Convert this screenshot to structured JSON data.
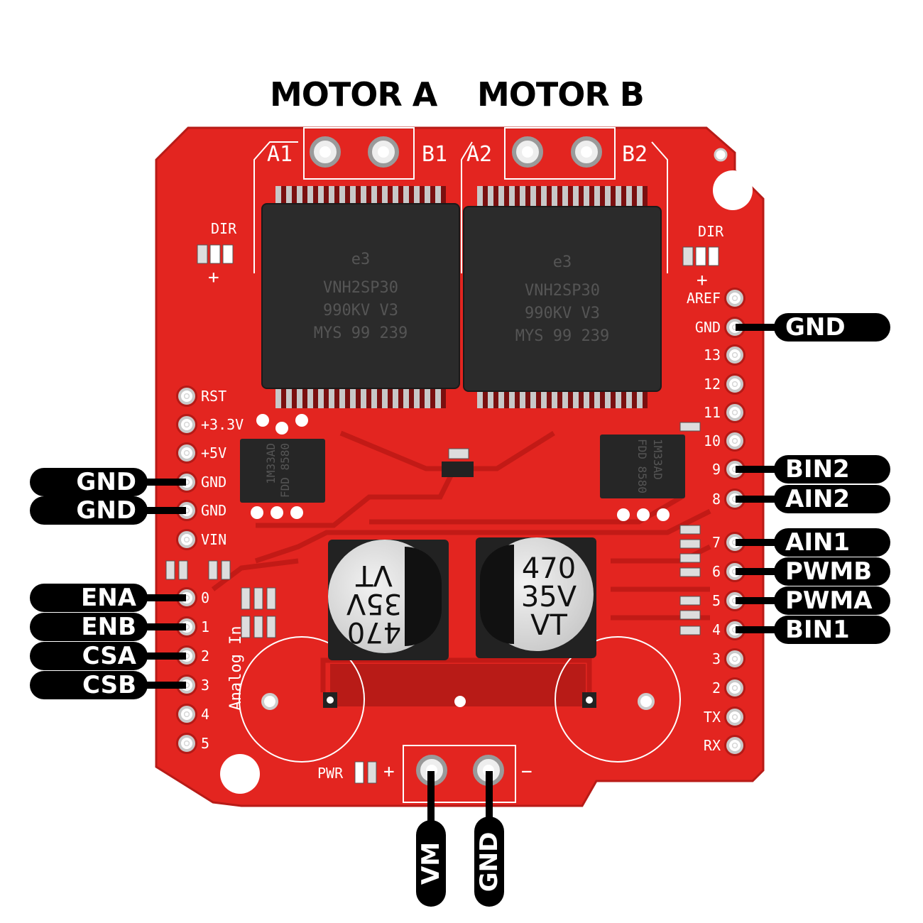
{
  "titles": {
    "motor_a": "MOTOR A",
    "motor_b": "MOTOR B"
  },
  "colors": {
    "board": "#e32520",
    "trace": "#c21a16",
    "callout": "#000000",
    "silkscreen": "#ffffff"
  },
  "board": {
    "terminals_top": [
      "A1",
      "B1",
      "A2",
      "B2"
    ],
    "dir_label": "DIR",
    "plus": "+",
    "minus": "−",
    "pwr_label": "PWR",
    "analog_label": "Analog In",
    "chips": [
      {
        "line1": "VNH2SP30",
        "line2": "990KV V3",
        "line3": "MYS 99 239",
        "badge": "e3"
      },
      {
        "line1": "VNH2SP30",
        "line2": "990KV V3",
        "line3": "MYS 99 239",
        "badge": "e3"
      }
    ],
    "mosfets": [
      {
        "line1": "1M33AD",
        "line2": "FDD 8580"
      },
      {
        "line1": "1M33AD",
        "line2": "FDD 8580"
      }
    ],
    "capacitors": [
      {
        "value": "470",
        "voltage": "35V",
        "series": "VT"
      },
      {
        "value": "470",
        "voltage": "35V",
        "series": "VT"
      }
    ]
  },
  "left_header": [
    "RST",
    "+3.3V",
    "+5V",
    "GND",
    "GND",
    "VIN",
    "0",
    "1",
    "2",
    "3",
    "4",
    "5"
  ],
  "right_header": [
    "AREF",
    "GND",
    "13",
    "12",
    "11",
    "10",
    "9",
    "8",
    "7",
    "6",
    "5",
    "4",
    "3",
    "2",
    "TX",
    "RX"
  ],
  "callouts_left": [
    {
      "label": "GND",
      "pin": 3
    },
    {
      "label": "GND",
      "pin": 4
    },
    {
      "label": "ENA",
      "pin": 6
    },
    {
      "label": "ENB",
      "pin": 7
    },
    {
      "label": "CSA",
      "pin": 8
    },
    {
      "label": "CSB",
      "pin": 9
    }
  ],
  "callouts_right": [
    {
      "label": "GND",
      "pin": 1
    },
    {
      "label": "BIN2",
      "pin": 6
    },
    {
      "label": "AIN2",
      "pin": 7
    },
    {
      "label": "AIN1",
      "pin": 8
    },
    {
      "label": "PWMB",
      "pin": 9
    },
    {
      "label": "PWMA",
      "pin": 10
    },
    {
      "label": "BIN1",
      "pin": 11
    }
  ],
  "callouts_bottom": [
    {
      "label": "VM"
    },
    {
      "label": "GND"
    }
  ]
}
